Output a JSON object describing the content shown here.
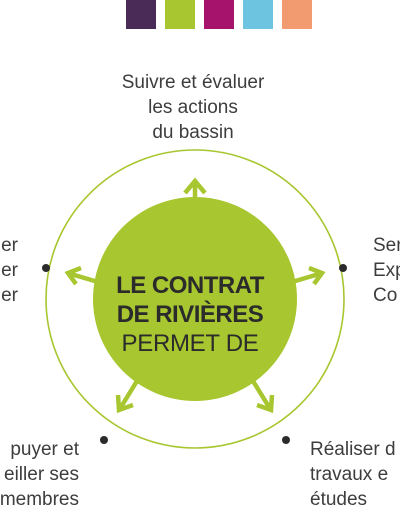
{
  "colors": {
    "green": "#a7c62f",
    "text": "#3d3d3d",
    "swatches": [
      "#4a2a57",
      "#a7c62f",
      "#a5136c",
      "#6cc4e1",
      "#f29b70"
    ]
  },
  "center": {
    "line1": "LE CONTRAT",
    "line2": "DE RIVIÈRES",
    "line3": "PERMET DE"
  },
  "labels": {
    "top": [
      "Suivre et évaluer",
      "les actions",
      "du bassin"
    ],
    "left": [
      "er",
      "er",
      "er"
    ],
    "right": [
      "Ser",
      "Exp",
      "Co"
    ],
    "bottom_left": [
      "puyer et",
      "eiller ses",
      "membres"
    ],
    "bottom_right": [
      "Réaliser d",
      "travaux e",
      "études"
    ]
  }
}
